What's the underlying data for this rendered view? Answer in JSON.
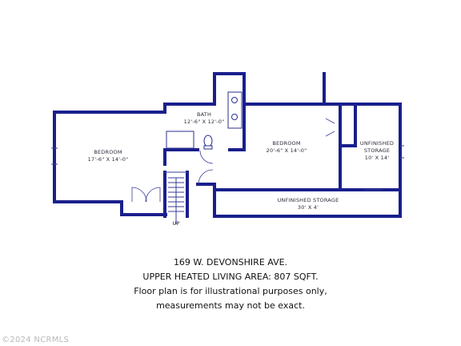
{
  "rooms": {
    "bedroom_1": {
      "name": "BEDROOM",
      "dims": "17'-6\" X 14'-0\""
    },
    "bath": {
      "name": "BATH",
      "dims": "12'-6\" X 12'-0\""
    },
    "bedroom_2": {
      "name": "BEDROOM",
      "dims": "20'-6\" X 14'-0\""
    },
    "unfinished_storage_small": {
      "name_line1": "UNFINISHED",
      "name_line2": "STORAGE",
      "dims": "10' X 14'"
    },
    "unfinished_storage_long": {
      "name": "UNFINISHED STORAGE",
      "dims": "30' X 4'"
    }
  },
  "stairs": {
    "label": "UP"
  },
  "caption": {
    "address": "169 W. DEVONSHIRE AVE.",
    "area": "UPPER HEATED LIVING AREA: 807 SQFT.",
    "disclaimer_1": "Floor plan is for illustrational purposes only,",
    "disclaimer_2": "measurements may not be exact."
  },
  "watermark": "©2024 NCRMLS",
  "colors": {
    "wall": "#1a1f8c",
    "text": "#111111",
    "watermark": "#b8b8b8",
    "background": "#ffffff"
  }
}
